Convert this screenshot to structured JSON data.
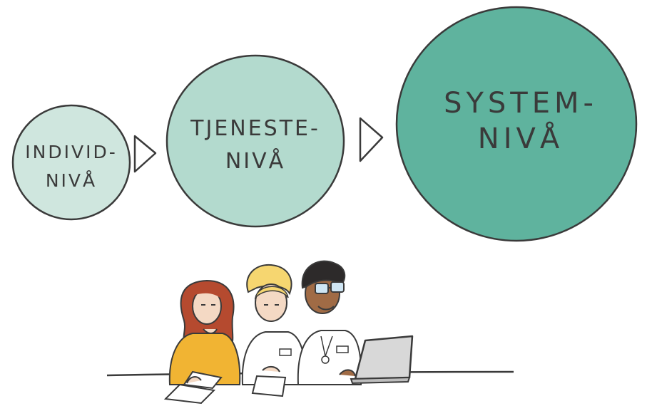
{
  "levels": [
    {
      "line1": "INDIVID-",
      "line2": "NIVÅ",
      "color": "#cfe6de"
    },
    {
      "line1": "TJENESTE-",
      "line2": "NIVÅ",
      "color": "#b3dace"
    },
    {
      "line1": "SYSTEM-",
      "line2": "NIVÅ",
      "color": "#5fb39e"
    }
  ],
  "outline_color": "#3a3a3a",
  "arrow_icon": "triangle-outline-right-icon",
  "people": [
    {
      "icon": "woman-long-red-hair-icon",
      "shirt": "#f1b433"
    },
    {
      "icon": "woman-blond-hair-icon",
      "shirt": "#ffffff"
    },
    {
      "icon": "man-glasses-icon",
      "shirt": "#ffffff"
    }
  ],
  "laptop_icon": "laptop-icon"
}
